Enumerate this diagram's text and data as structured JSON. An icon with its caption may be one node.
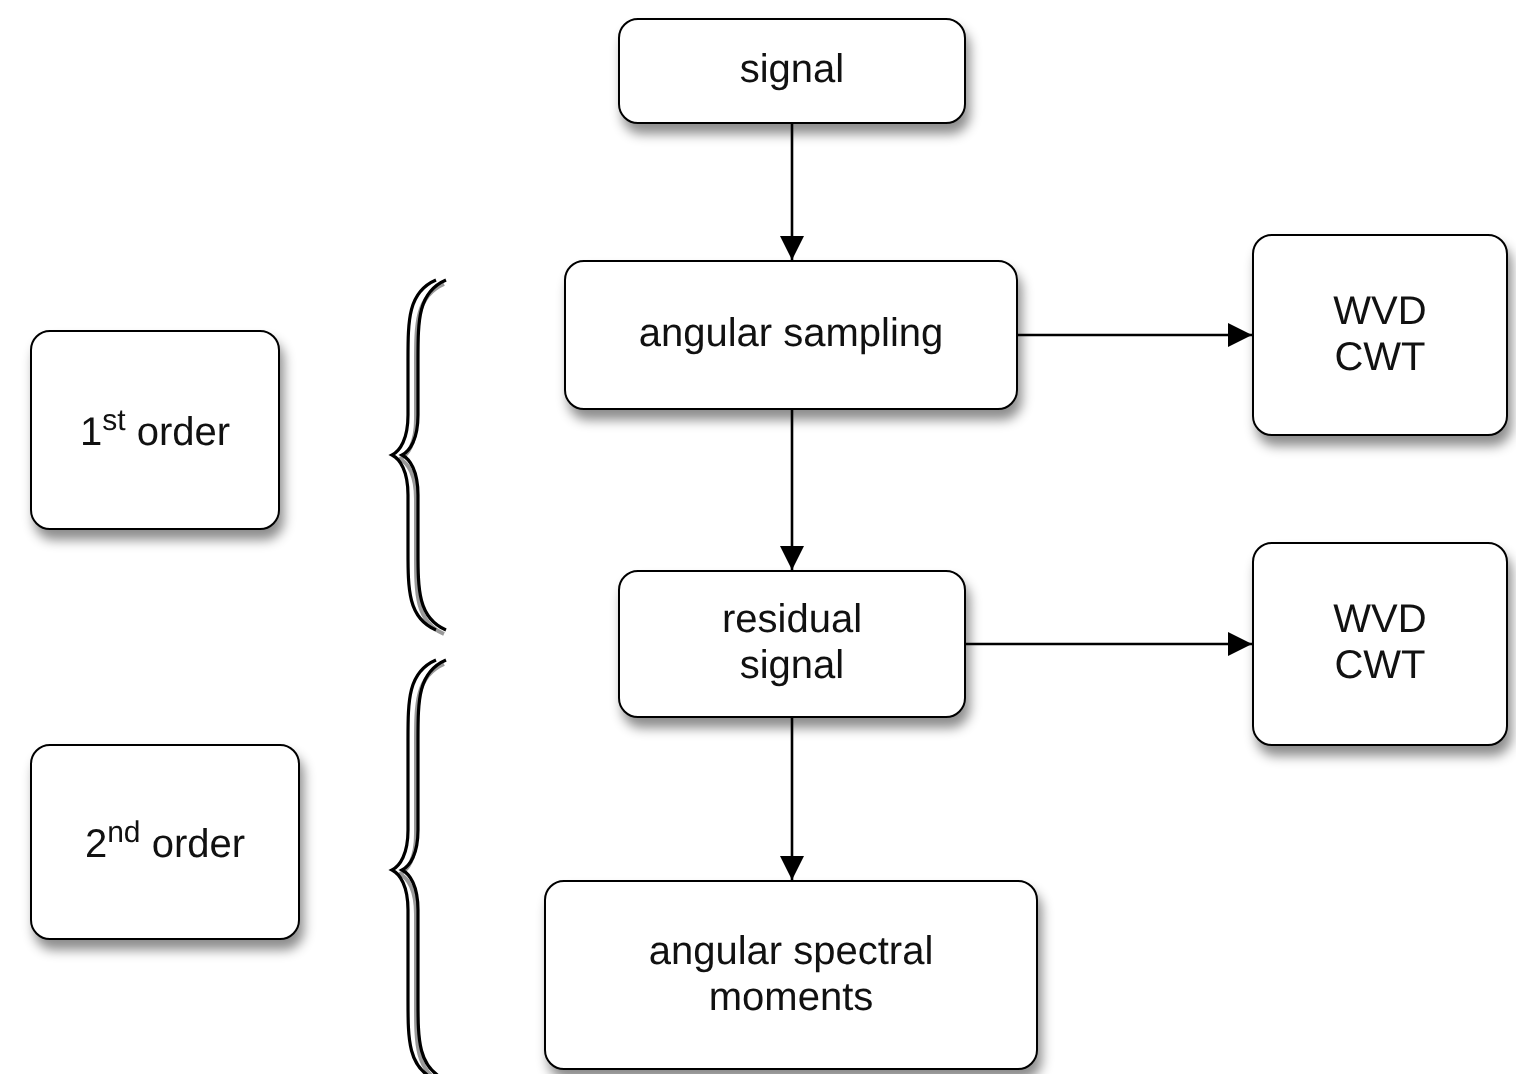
{
  "diagram": {
    "nodes": [
      {
        "text": [
          "signal"
        ]
      },
      {
        "text": [
          "angular sampling"
        ]
      },
      {
        "text": [
          "WVD CWT"
        ]
      },
      {
        "text": [
          "1$^{st}$ order"
        ]
      },
      {
        "text": [
          "residual signal"
        ]
      },
      {
        "text": [
          "WVD CWT"
        ]
      },
      {
        "text": [
          "2$^{nd}$ order"
        ]
      },
      {
        "text": [
          "angular spectral moments"
        ]
      }
    ],
    "edges": [
      {
        "from": 0,
        "to": 1,
        "arrow": "to"
      },
      {
        "from": 1,
        "to": 2,
        "arrow": "to"
      },
      {
        "from": 1,
        "to": 4,
        "arrow": "to"
      },
      {
        "from": 4,
        "to": 5,
        "arrow": "to"
      },
      {
        "from": 4,
        "to": 7,
        "arrow": "to"
      }
    ]
  }
}
